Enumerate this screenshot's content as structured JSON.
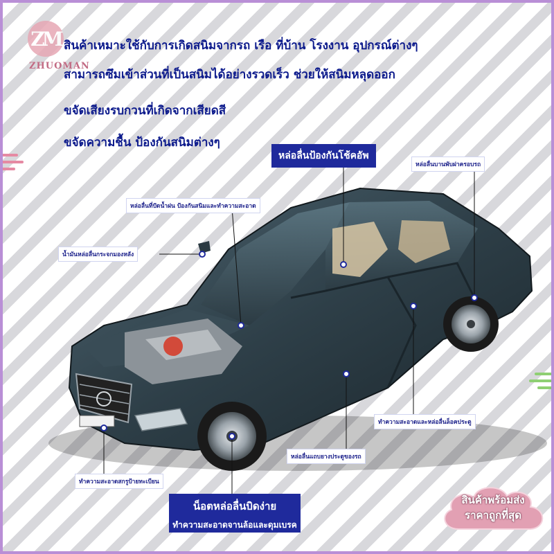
{
  "brand": {
    "name": "ZHUOMAN"
  },
  "features": [
    "สินค้าเหมาะใช้กับการเกิดสนิมจากรถ เรือ ที่บ้าน โรงงาน อุปกรณ์ต่างๆ",
    "สามารถซึมเข้าส่วนที่เป็นสนิมได้อย่างรวดเร็ว ช่วยให้สนิมหลุดออก",
    "ขจัดเสียงรบกวนที่เกิดจากเสียดสี",
    "ขจัดความชื้น ป้องกันสนิมต่างๆ"
  ],
  "callouts": {
    "shock": "หล่อลื่นป้องกันโช้คอัพ",
    "hood_hinge": "หล่อลื่นบานพับฝาครอบรถ",
    "wiper": "หล่อลื่นที่ปัดน้ำฝน ป้องกันสนิมและทำความสะอาด",
    "mirror": "น้ำมันหล่อลื่นกระจกมองหลัง",
    "door_lock": "ทำความสะอาดและหล่อลื่นล็อคประตู",
    "door_rubber": "หล่อลื่นแถบยางประตูของรถ",
    "plate": "ทำความสะอาดสกรูป้ายทะเบียน",
    "nut_title": "น็อตหล่อลื่นบิดง่าย",
    "nut_sub": "ทำความสะอาดจานล้อและดุมเบรค"
  },
  "promo": {
    "line1": "สินค้าพร้อมส่ง",
    "line2": "ราคาถูกที่สุด"
  },
  "colors": {
    "text_blue": "#0c1a8c",
    "tag_navy": "#1f2a9c",
    "accent_pink": "#e7a7b5",
    "car_body": "#2f3f47"
  }
}
